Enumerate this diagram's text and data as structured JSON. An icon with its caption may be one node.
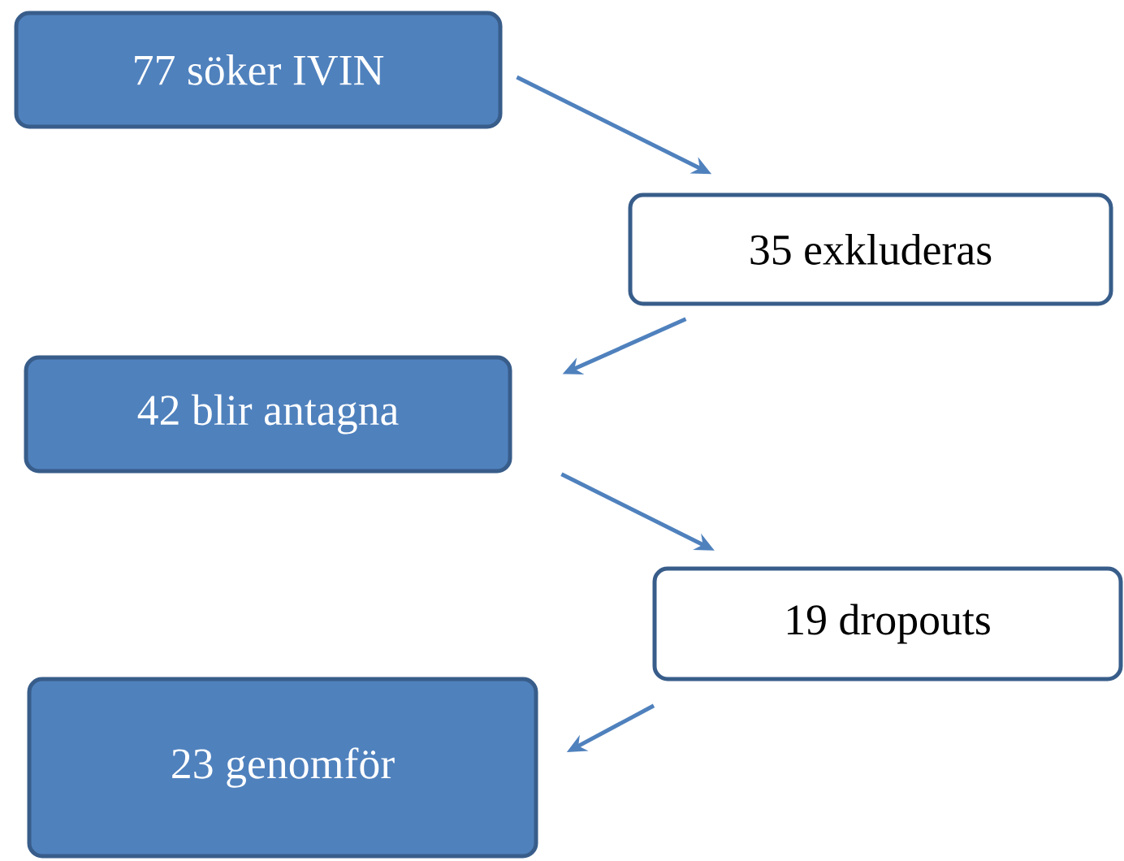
{
  "diagram": {
    "nodes": [
      {
        "text": [
          "77 söker IVIN"
        ]
      },
      {
        "text": [
          "35 exkluderas"
        ]
      },
      {
        "text": [
          "42 blir antagna"
        ]
      },
      {
        "text": [
          "19 dropouts"
        ]
      },
      {
        "text": [
          "23 genomför"
        ]
      }
    ],
    "edges": [
      {
        "from": 0,
        "to": 1,
        "arrow": "to"
      },
      {
        "from": 1,
        "to": 2,
        "arrow": "to"
      },
      {
        "from": 2,
        "to": 3,
        "arrow": "to"
      },
      {
        "from": 3,
        "to": 4,
        "arrow": "to"
      }
    ]
  }
}
